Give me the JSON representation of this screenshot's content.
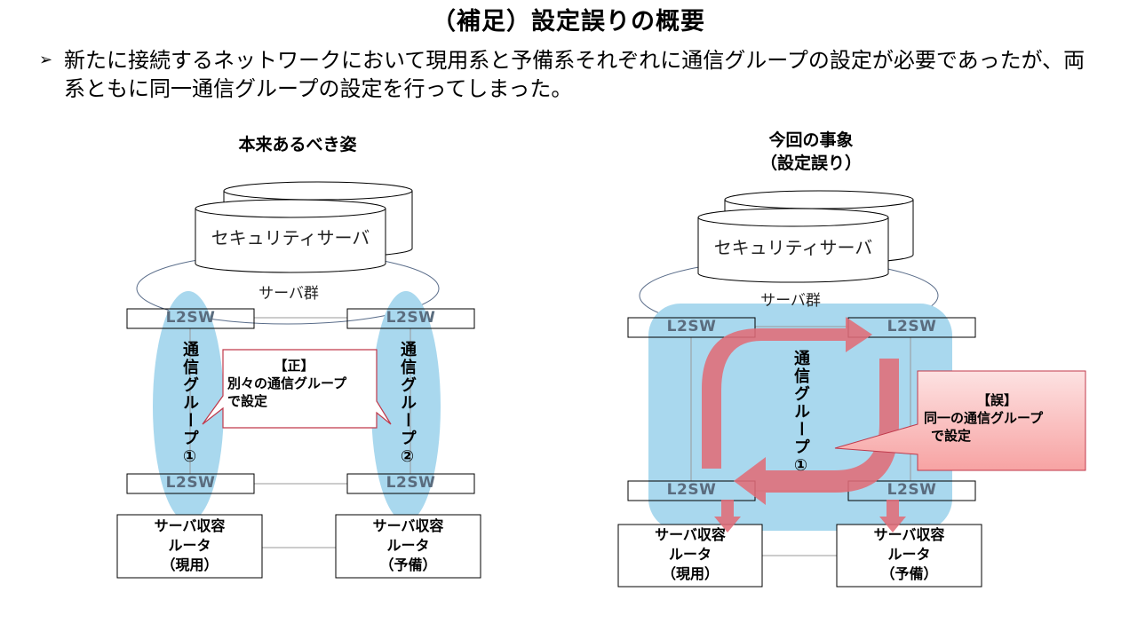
{
  "title": "（補足）設定誤りの概要",
  "bullet": {
    "marker": "➢",
    "text": "新たに接続するネットワークにおいて現用系と予備系それぞれに通信グループの設定が必要であったが、両系ともに同一通信グループの設定を行ってしまった。"
  },
  "left": {
    "heading": "本来あるべき姿",
    "server": "セキュリティサーバ",
    "server_group": "サーバ群",
    "l2sw": "L2SW",
    "group1": "通信グループ①",
    "group2": "通信グループ②",
    "callout_title": "【正】",
    "callout_l1": "別々の通信グループ",
    "callout_l2": "で設定",
    "router_active": [
      "サーバ収容",
      "ルータ",
      "（現用）"
    ],
    "router_standby": [
      "サーバ収容",
      "ルータ",
      "（予備）"
    ]
  },
  "right": {
    "heading_l1": "今回の事象",
    "heading_l2": "（設定誤り）",
    "server": "セキュリティサーバ",
    "server_group": "サーバ群",
    "l2sw": "L2SW",
    "group1": "通信グループ①",
    "callout_title": "【誤】",
    "callout_l1": "同一の通信グループ",
    "callout_l2": "で設定",
    "router_active": [
      "サーバ収容",
      "ルータ",
      "（現用）"
    ],
    "router_standby": [
      "サーバ収容",
      "ルータ",
      "（予備）"
    ]
  },
  "colors": {
    "group_fill": "#a9d8ee",
    "arrow": "#e06c78",
    "callout_ok_border": "#c0394b",
    "callout_ng_fill_top": "#fde2e2",
    "callout_ng_fill_bottom": "#f7a3a3"
  }
}
